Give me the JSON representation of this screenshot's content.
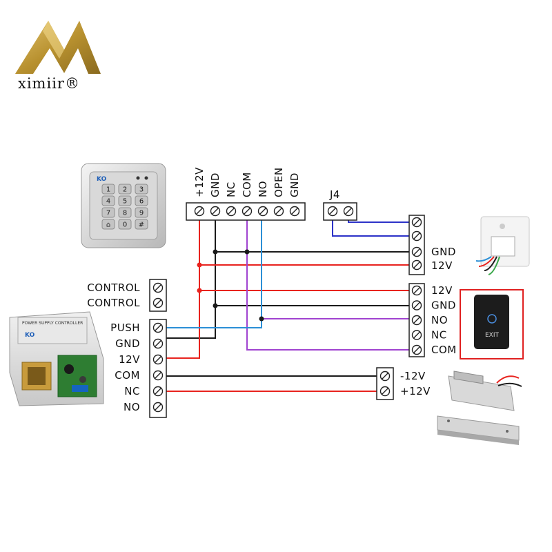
{
  "brand": {
    "name": "ximiir®"
  },
  "keypad": {
    "logo": "KO",
    "keys": [
      "1",
      "2",
      "3",
      "4",
      "5",
      "6",
      "7",
      "8",
      "9",
      "⌂",
      "0",
      "#"
    ]
  },
  "reader_terminals": [
    "+12V",
    "GND",
    "NC",
    "COM",
    "NO",
    "OPEN",
    "GND"
  ],
  "j4": {
    "label": "J4"
  },
  "sensor_terminals": [
    "GND",
    "12V"
  ],
  "exit_terminals": [
    "12V",
    "GND",
    "NO",
    "NC",
    "COM"
  ],
  "exit_button": {
    "text": "EXIT"
  },
  "power_supply": {
    "controls": [
      "CONTROL",
      "CONTROL"
    ],
    "terminals": [
      "PUSH",
      "GND",
      "12V",
      "COM",
      "NC",
      "NO"
    ],
    "label": "POWER SUPPLY CONTROLLER",
    "logo": "KO"
  },
  "lock_terminals": [
    "-12V",
    "+12V"
  ],
  "colors": {
    "red": "#e8231e",
    "black": "#1a1a1a",
    "blue": "#2b8fd6",
    "purple": "#a043d0",
    "navy": "#2c32c8",
    "gold": "#b8912f",
    "frame": "#e02020"
  },
  "icons": [
    "brand-logo",
    "keypad-reader",
    "door-sensor",
    "exit-button",
    "power-supply",
    "electric-bolt-lock",
    "magnetic-lock"
  ]
}
